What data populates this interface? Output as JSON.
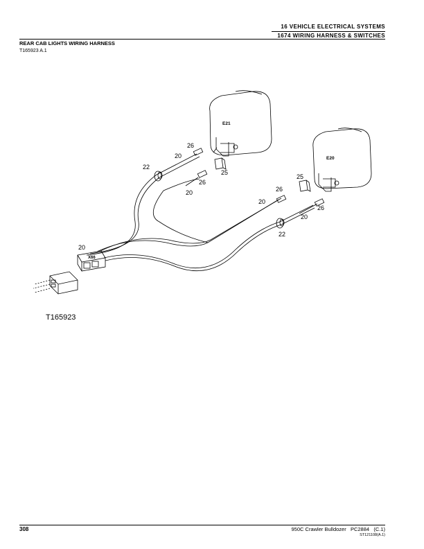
{
  "header": {
    "section": "16 VEHICLE ELECTRICAL SYSTEMS",
    "group": "1674 WIRING HARNESS & SWITCHES"
  },
  "title": "REAR CAB LIGHTS WIRING HARNESS",
  "subref": "T165923 A.1",
  "figure": {
    "id": "T165923",
    "callouts": {
      "lamp_left": "E21",
      "lamp_right": "E20",
      "connector": "X66",
      "c20a": "20",
      "c26a": "26",
      "c22a": "22",
      "c25a": "25",
      "c26b": "26",
      "c20b": "20",
      "c25b": "25",
      "c26c": "26",
      "c20c": "20",
      "c26d": "26",
      "c20d": "20",
      "c22b": "22",
      "c20e": "20"
    }
  },
  "footer": {
    "page": "308",
    "doc": "950C Crawler Bulldozer   PC2884   (C.1)",
    "code": "ST121108(A.1)"
  }
}
